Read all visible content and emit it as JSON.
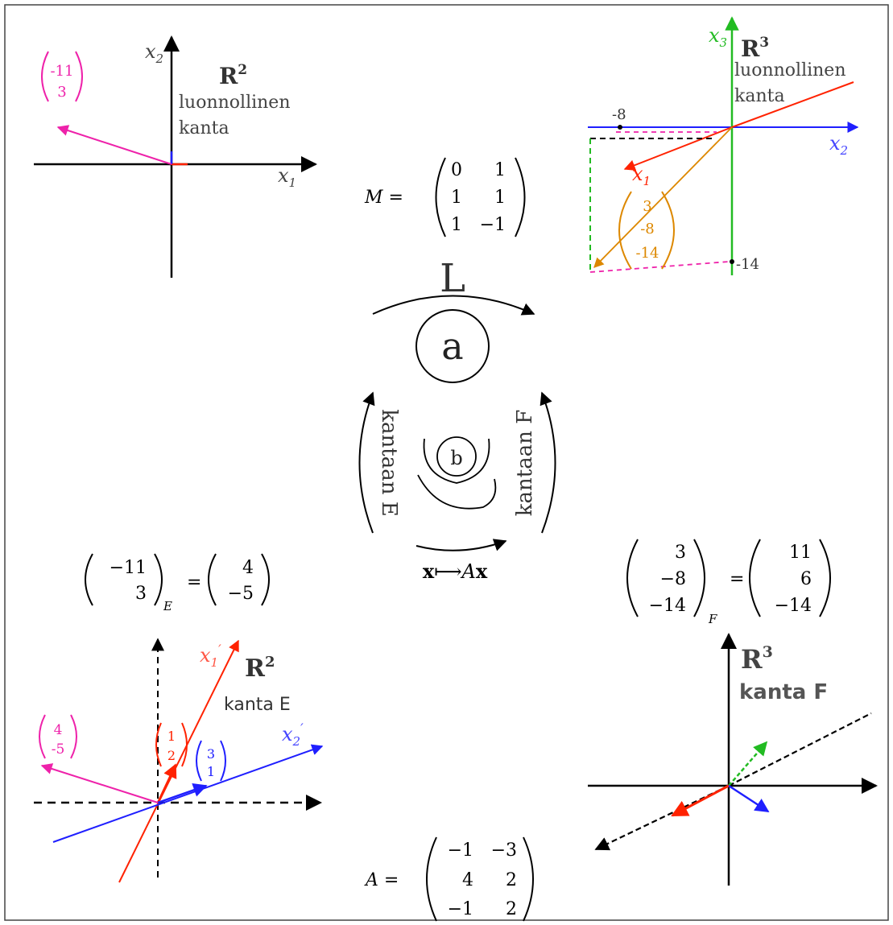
{
  "colors": {
    "black": "#000000",
    "magenta": "#ee22aa",
    "red": "#ff2200",
    "blue": "#1f1fff",
    "green": "#22bb22",
    "orange": "#dd8800",
    "gray": "#444444"
  },
  "labels": {
    "r2": "R",
    "r3": "R",
    "exp2": "2",
    "exp3": "3",
    "standard_basis_line1": "luonnollinen",
    "standard_basis_line2": "kanta",
    "basis_e": "kanta E",
    "basis_f": "kanta F",
    "x1": "x",
    "x2": "x",
    "x3": "x",
    "sub1": "1",
    "sub2": "2",
    "sub3": "3",
    "prime": "′",
    "map_l": "L",
    "circle_a": "a",
    "circle_b": "b",
    "to_basis_e": "kantaan E",
    "to_basis_f": "kantaan F",
    "map_ax_x": "x",
    "map_ax_arrow": "⟼",
    "map_ax_a": "A",
    "map_ax_x2": "x"
  },
  "matrix_m": {
    "name": "M =",
    "rows": [
      [
        "0",
        "1"
      ],
      [
        "1",
        "1"
      ],
      [
        "1",
        "−1"
      ]
    ]
  },
  "matrix_a": {
    "name": "A =",
    "rows": [
      [
        "−1",
        "−3"
      ],
      [
        "4",
        "2"
      ],
      [
        "−1",
        "2"
      ]
    ]
  },
  "eq_e": {
    "lhs": [
      "−11",
      "3"
    ],
    "sub": "E",
    "eq": "=",
    "rhs": [
      "4",
      "−5"
    ]
  },
  "eq_f": {
    "lhs": [
      "3",
      "−8",
      "−14"
    ],
    "sub": "F",
    "eq": "=",
    "rhs": [
      "11",
      "6",
      "−14"
    ]
  },
  "vec_standard_r2": [
    "-11",
    "3"
  ],
  "vec_e_r2": [
    "4",
    "-5"
  ],
  "basis_vec_e1": [
    "1",
    "2"
  ],
  "basis_vec_e2": [
    "3",
    "1"
  ],
  "vec_standard_r3": [
    "3",
    "-8",
    "-14"
  ],
  "tick_minus8": "-8",
  "tick_minus14": "-14"
}
